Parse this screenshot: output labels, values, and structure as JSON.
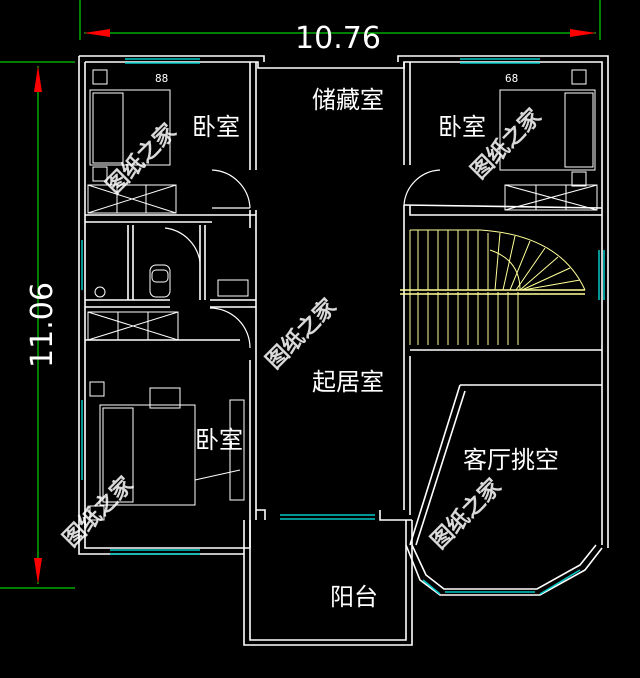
{
  "dimensions": {
    "width_label": "10.76",
    "height_label": "11.06"
  },
  "rooms": {
    "bedroom_top_left": "卧室",
    "storage": "储藏室",
    "bedroom_top_right": "卧室",
    "living_room": "起居室",
    "bedroom_bottom_left": "卧室",
    "hall_void": "客厅挑空",
    "balcony": "阳台"
  },
  "bed_marks": {
    "left": "88",
    "right": "68"
  },
  "watermark": "图纸之家",
  "colors": {
    "background": "#000000",
    "wall": "#ffffff",
    "dimension": "#00ff00",
    "arrow": "#ff0000",
    "window": "#00c8c8",
    "stair": "#ffff99",
    "text": "#ffffff"
  }
}
